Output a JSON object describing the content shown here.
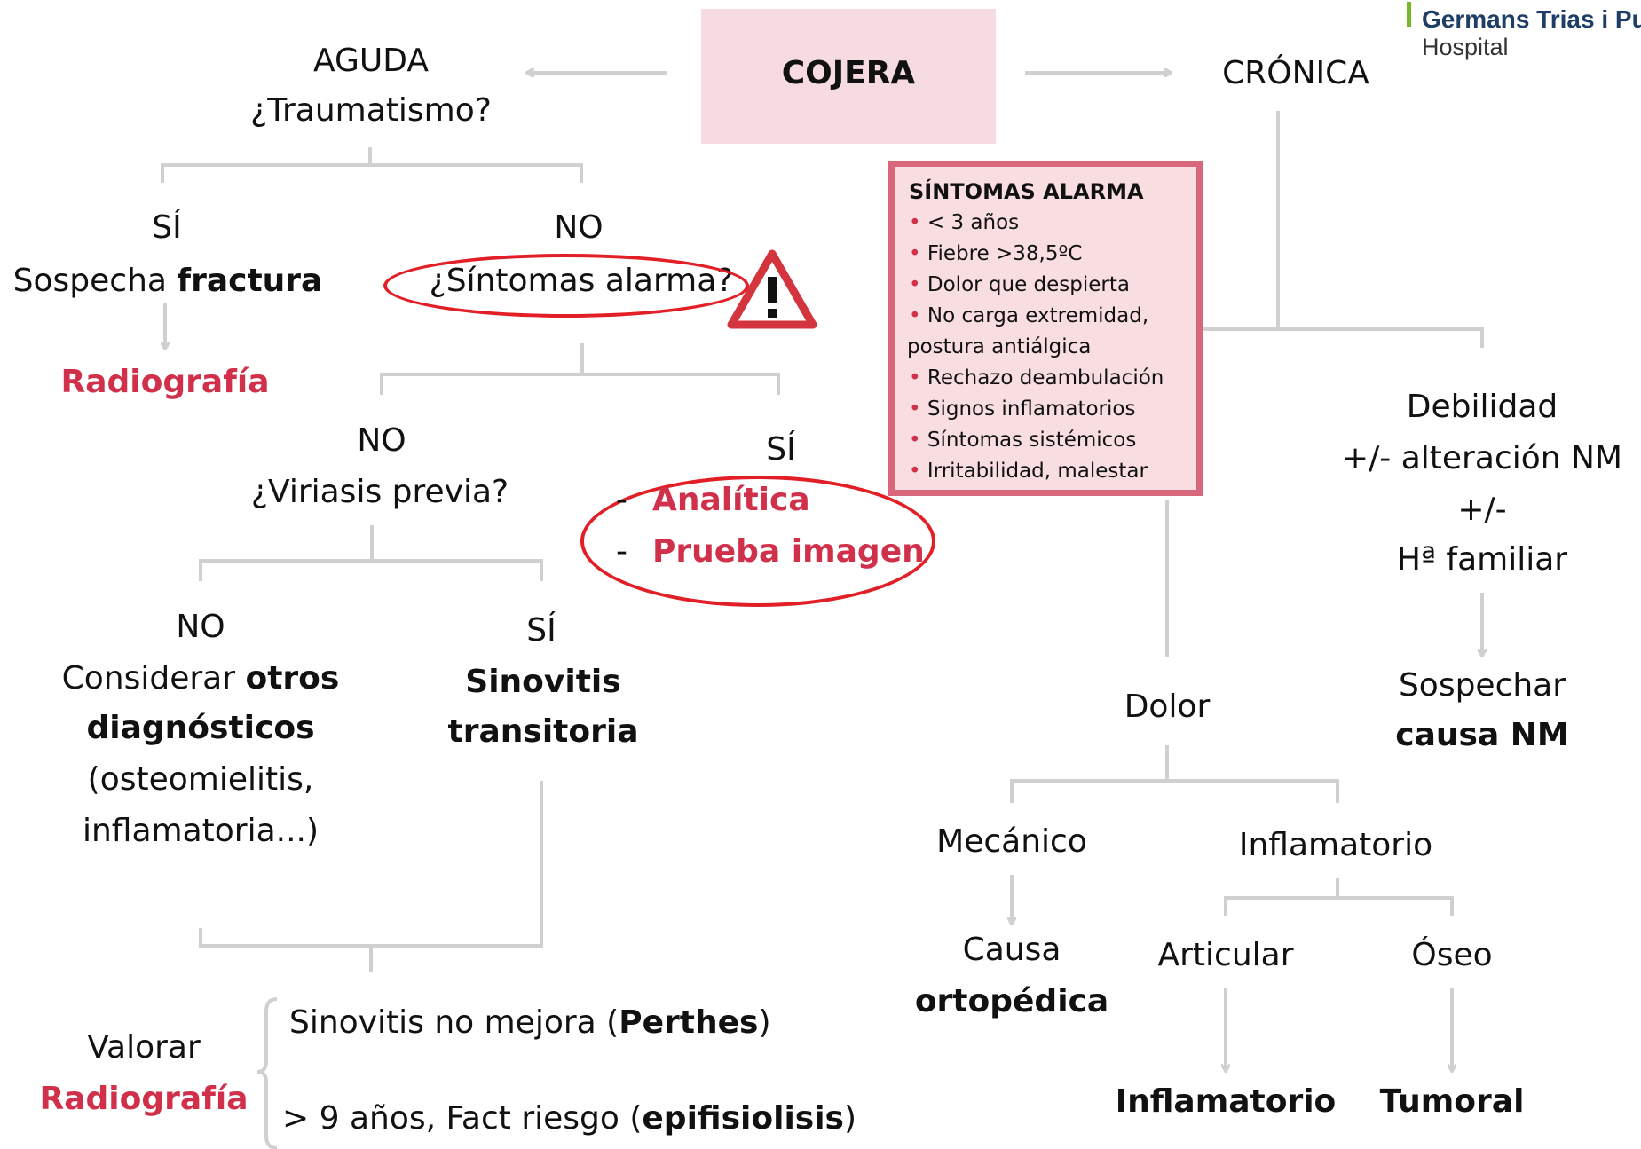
{
  "logo": {
    "name": "Germans Trias i Pujol",
    "sub": "Hospital"
  },
  "root": {
    "label": "COJERA"
  },
  "aguda": {
    "line1": "AGUDA",
    "line2": "¿Traumatismo?"
  },
  "cronica": {
    "label": "CRÓNICA"
  },
  "trauma_si": {
    "label": "SÍ",
    "text": "Sospecha ",
    "bold": "fractura",
    "result": "Radiografía"
  },
  "trauma_no": {
    "label": "NO",
    "question": "¿Síntomas alarma?"
  },
  "alarm": {
    "title": "SÍNTOMAS ALARMA",
    "items": [
      "< 3 años",
      "Fiebre >38,5ºC",
      "Dolor que despierta",
      "No carga extremidad,",
      "Rechazo deambulación",
      "Signos inflamatorios",
      "Síntomas sistémicos",
      "Irritabilidad, malestar"
    ],
    "continuation": "postura antiálgica"
  },
  "alarm_no": {
    "label": "NO",
    "question": "¿Viriasis previa?"
  },
  "alarm_si": {
    "label": "SÍ",
    "dash": "-",
    "item1": "Analítica",
    "item2": "Prueba imagen"
  },
  "viriasis_no": {
    "label": "NO",
    "line1a": "Considerar ",
    "line1b": "otros",
    "line2": "diagnósticos",
    "line3": "(osteomielitis,",
    "line4": "inflamatoria...)"
  },
  "viriasis_si": {
    "label": "SÍ",
    "line1": "Sinovitis",
    "line2": "transitoria"
  },
  "valorar": {
    "line1": "Valorar",
    "line2": "Radiografía"
  },
  "perthes": {
    "pre": "Sinovitis no mejora (",
    "bold": "Perthes",
    "post": ")"
  },
  "epifisiolisis": {
    "pre": "> 9 años, Fact riesgo  (",
    "bold": "epifisiolisis",
    "post": ")"
  },
  "debilidad": {
    "line1": "Debilidad",
    "line2": "+/- alteración NM",
    "line3": "+/-",
    "line4": "Hª familiar"
  },
  "sospechar": {
    "line1": "Sospechar",
    "line2": "causa NM"
  },
  "dolor": {
    "label": "Dolor"
  },
  "mecanico": {
    "label": "Mecánico",
    "result1": "Causa",
    "result2": "ortopédica"
  },
  "inflamatorio": {
    "label": "Inflamatorio"
  },
  "articular": {
    "label": "Articular",
    "result": "Inflamatorio"
  },
  "oseo": {
    "label": "Óseo",
    "result": "Tumoral"
  },
  "colors": {
    "line": "#d0d0d0",
    "accent_red": "#d0304a",
    "box_pink": "#f6dce0",
    "alarm_border": "#d9677c",
    "ellipse": "#e21f26",
    "logo_green": "#76b82a",
    "logo_blue": "#1f3e66"
  }
}
